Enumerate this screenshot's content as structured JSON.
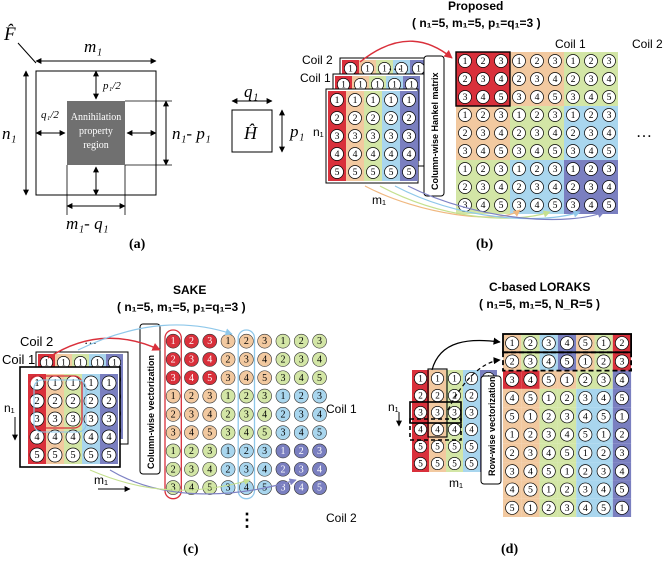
{
  "colors": {
    "red": "#d9303b",
    "orange": "#f2c9a0",
    "green": "#d3e6a6",
    "blue": "#a9d6ee",
    "purple": "#7a7fc0",
    "dark_gray": "#707070",
    "arrow_red": "#d9303b",
    "arrow_orange": "#f0b880",
    "arrow_green": "#c5e08f",
    "arrow_blue": "#8fc8ea",
    "arrow_purple": "#7e82c4"
  },
  "panel_a": {
    "label": "(a)",
    "f_hat": "F̂",
    "m1": "m₁",
    "n1": "n₁",
    "p1_half": "p₁/2",
    "q1_half": "q₁/2",
    "region": [
      "Annihilation",
      "property",
      "region"
    ],
    "n1_minus_p1": "n₁- p₁",
    "m1_minus_q1": "m₁- q₁",
    "q1": "q₁",
    "p1": "p₁",
    "h_hat": "Ĥ"
  },
  "panel_b": {
    "label": "(b)",
    "title": "Proposed",
    "params": "( n₁=5, m₁=5, p₁=q₁=3 )",
    "coil1": "Coil 1",
    "coil2": "Coil 2",
    "coil1_top": "Coil 1",
    "coil2_top": "Coil 2",
    "ellipsis": "…",
    "n1": "n₁",
    "m1": "m₁",
    "box_label": "Column-wise Hankel matrix"
  },
  "panel_c": {
    "label": "(c)",
    "title": "SAKE",
    "params": "( n₁=5, m₁=5, p₁=q₁=3 )",
    "coil1": "Coil 1",
    "coil2": "Coil 2",
    "coil1_right": "Coil 1",
    "coil2_right": "Coil 2",
    "n1": "n₁",
    "m1": "m₁",
    "box_label": "Column-wise vectorization",
    "ellipsis": "⋮",
    "ellipsis_top": "…"
  },
  "panel_d": {
    "label": "(d)",
    "title": "C-based LORAKS",
    "params": "( n₁=5, m₁=5, N_R=5 )",
    "n1": "n₁",
    "m1": "m₁",
    "box_label": "Row-wise vectorization"
  }
}
